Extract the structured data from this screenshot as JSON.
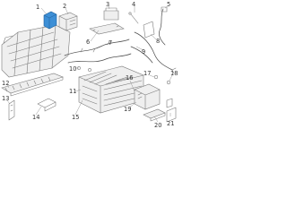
{
  "colors": {
    "highlight": "#3d8fd6",
    "line": "#7a7a7a",
    "callout_text": "#333333"
  },
  "callouts": [
    "1",
    "2",
    "3",
    "4",
    "5",
    "6",
    "7",
    "8",
    "9",
    "10",
    "11",
    "12",
    "13",
    "14",
    "15",
    "16",
    "17",
    "18",
    "19",
    "20",
    "21"
  ]
}
